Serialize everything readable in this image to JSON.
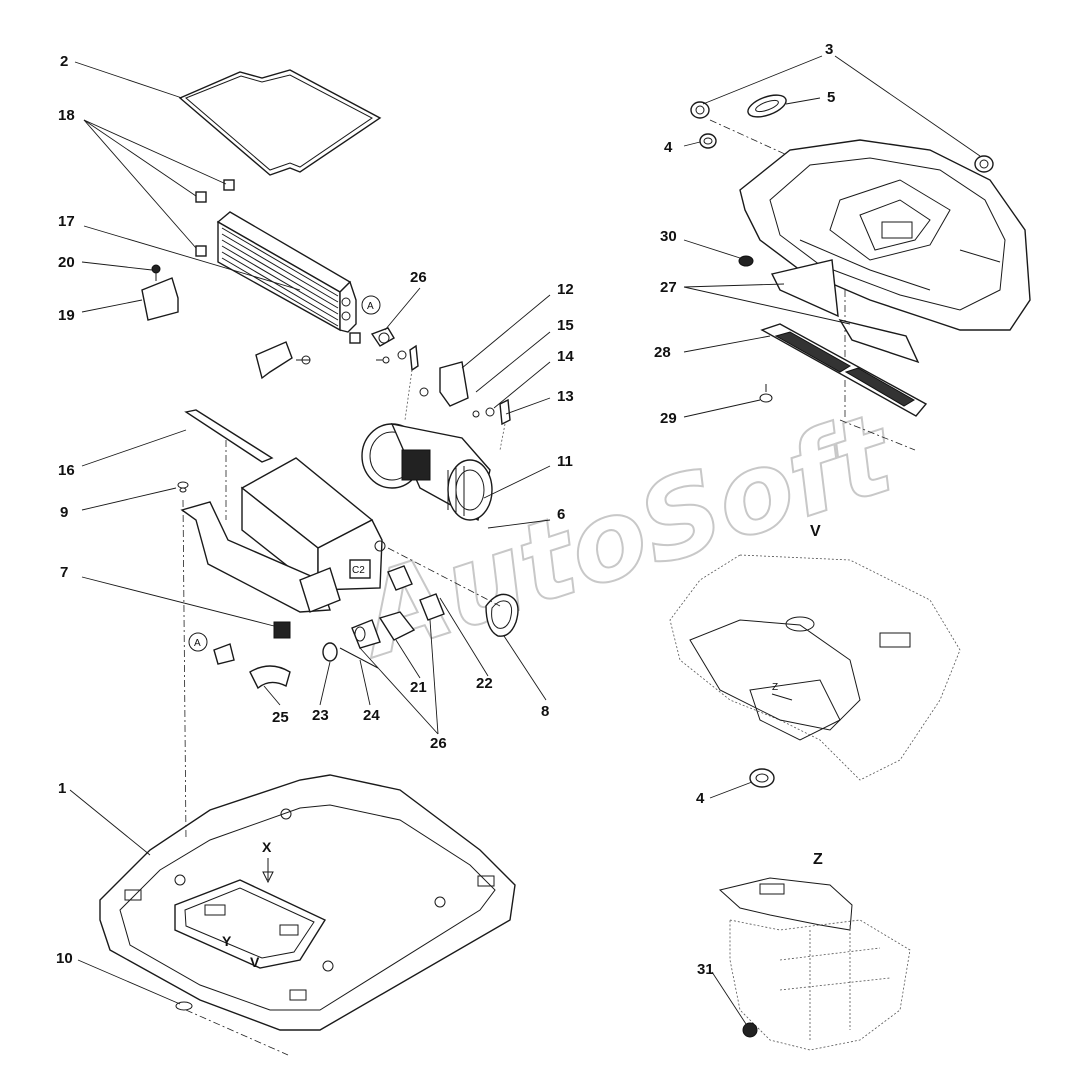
{
  "watermark": "AutoSoft",
  "views": {
    "v": "V",
    "z": "Z"
  },
  "markers": {
    "a1": "A",
    "a2": "A",
    "x": "X",
    "y": "Y",
    "v_arrow": "V",
    "z_arrow": "Z",
    "c2": "C2"
  },
  "callouts": {
    "n1": "1",
    "n2": "2",
    "n3": "3",
    "n4a": "4",
    "n4b": "4",
    "n5": "5",
    "n6": "6",
    "n7": "7",
    "n8": "8",
    "n9": "9",
    "n10": "10",
    "n11": "11",
    "n12": "12",
    "n13": "13",
    "n14": "14",
    "n15": "15",
    "n16": "16",
    "n17": "17",
    "n18": "18",
    "n19": "19",
    "n20": "20",
    "n21": "21",
    "n22": "22",
    "n23": "23",
    "n24": "24",
    "n25": "25",
    "n26a": "26",
    "n26b": "26",
    "n27": "27",
    "n28": "28",
    "n29": "29",
    "n30": "30",
    "n31": "31"
  }
}
